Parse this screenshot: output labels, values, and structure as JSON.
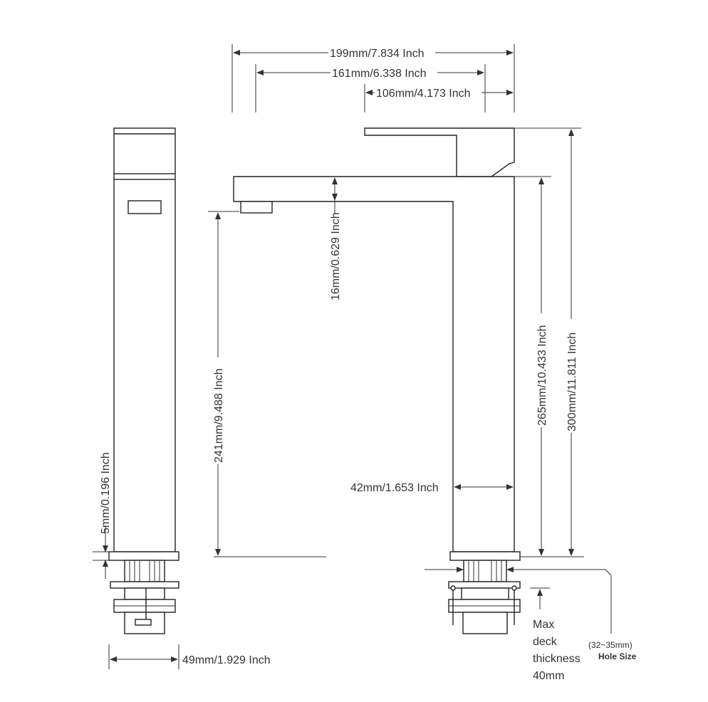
{
  "dimensions": {
    "overall_width": "199mm/7.834 Inch",
    "spout_reach": "161mm/6.338 Inch",
    "handle_width": "106mm/4.173 Inch",
    "spout_thickness": "16mm/0.629 Inch",
    "outlet_height": "241mm/9.488 Inch",
    "body_height": "265mm/10.433 Inch",
    "total_height": "300mm/11.811 Inch",
    "body_depth": "42mm/1.653 Inch",
    "base_thickness": "5mm/0.196 Inch",
    "side_width": "49mm/1.929 Inch"
  },
  "notes": {
    "deck_line1": "Max",
    "deck_line2": "deck",
    "deck_line3": "thickness",
    "deck_line4": "40mm",
    "hole_line1": "(32~35mm)",
    "hole_line2": "Hole Size"
  }
}
